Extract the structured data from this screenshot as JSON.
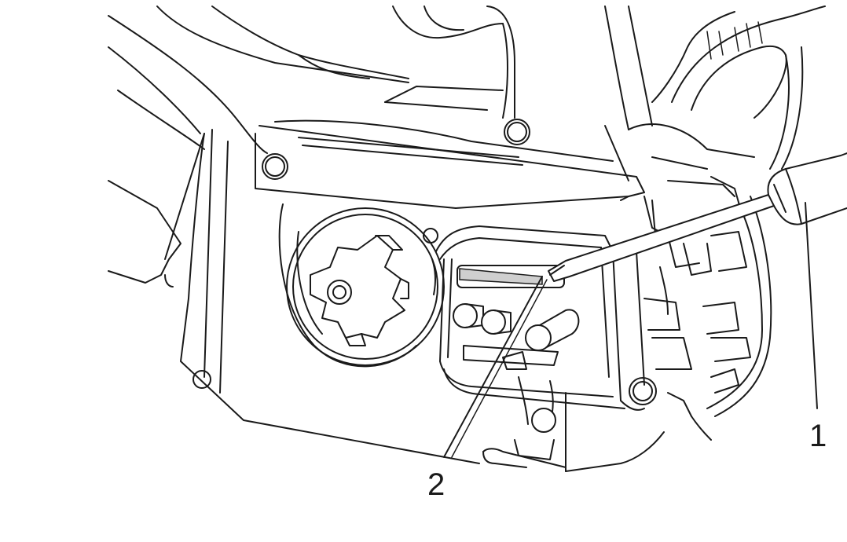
{
  "callouts": [
    {
      "id": "screwdriver",
      "label": "1"
    },
    {
      "id": "adjusting-slot",
      "label": "2"
    }
  ],
  "colors": {
    "line": "#1a1a1a",
    "slot_fill": "#cfcfcf",
    "background": "#ffffff"
  }
}
